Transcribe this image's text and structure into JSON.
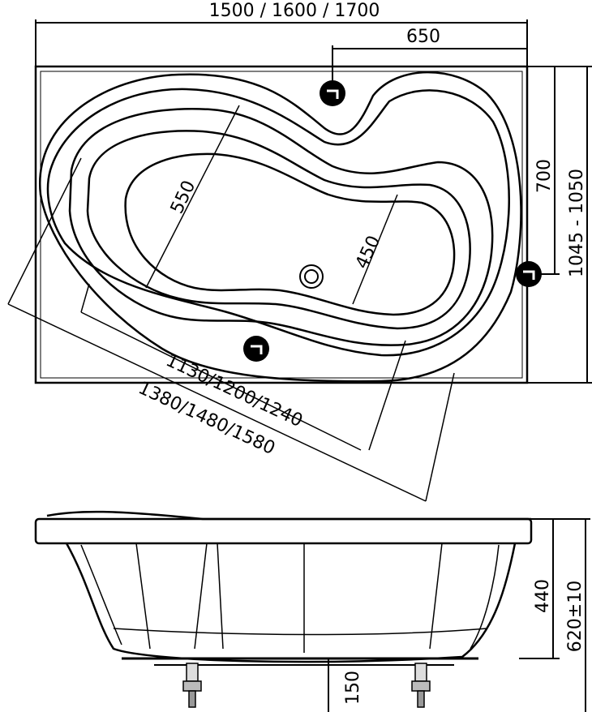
{
  "top_view": {
    "overall_width_label": "1500 / 1600 / 1700",
    "drain_offset_label": "650",
    "right_depth_label": "700",
    "overall_depth_label": "1045 - 1050",
    "inner_width_label": "550",
    "inner_narrow_label": "450",
    "inner_length_label": "1130/1200/1240",
    "outer_length_label": "1380/1480/1580",
    "icons": [
      "faucet-icon",
      "faucet-icon",
      "faucet-icon",
      "drain-icon"
    ]
  },
  "side_view": {
    "basin_depth_label": "440",
    "total_height_label": "620±10",
    "leg_height_label": "150"
  }
}
